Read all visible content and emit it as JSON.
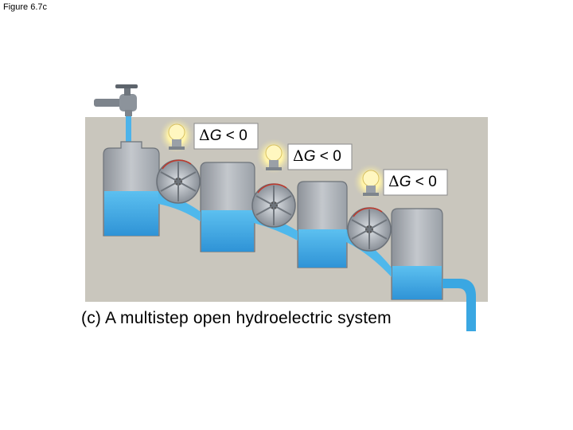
{
  "figure_label": "Figure 6.7c",
  "caption": "(c) A multistep open hydroelectric system",
  "stage_labels": [
    {
      "delta": "Δ",
      "var": "G",
      "rel": "<",
      "val": "0"
    },
    {
      "delta": "Δ",
      "var": "G",
      "rel": "<",
      "val": "0"
    },
    {
      "delta": "Δ",
      "var": "G",
      "rel": "<",
      "val": "0"
    }
  ],
  "colors": {
    "background_panel": "#c9c6bd",
    "water": "#3aa7e2",
    "tank": "#a7abb1",
    "bulb_glow": "#fff3a8"
  },
  "icons": [
    "faucet-icon",
    "light-bulb-icon",
    "turbine-icon"
  ]
}
